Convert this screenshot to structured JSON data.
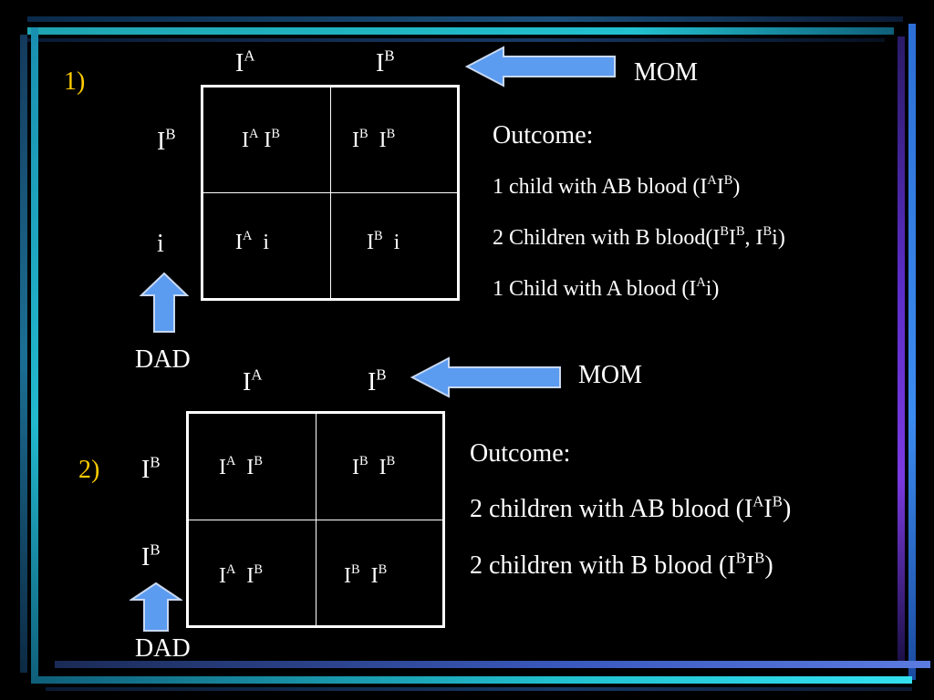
{
  "slide": {
    "colors": {
      "background": "#000000",
      "text": "#ffffff",
      "number": "#ffcc00",
      "arrow": "#5b9bf0"
    },
    "cross1": {
      "number": "1)",
      "top_headers": [
        {
          "base": "I",
          "sup": "A"
        },
        {
          "base": "I",
          "sup": "B"
        }
      ],
      "side_headers": [
        {
          "base": "I",
          "sup": "B"
        },
        {
          "base": "i",
          "sup": ""
        }
      ],
      "cells": [
        [
          {
            "a": "I",
            "a_sup": "A",
            "b": "I",
            "b_sup": "B"
          },
          {
            "a": "I",
            "a_sup": "B",
            "b": "I",
            "b_sup": "B"
          }
        ],
        [
          {
            "a": "I",
            "a_sup": "A",
            "b": "i",
            "b_sup": ""
          },
          {
            "a": "I",
            "a_sup": "B",
            "b": "i",
            "b_sup": ""
          }
        ]
      ],
      "mom_label": "MOM",
      "dad_label": "DAD",
      "outcome_title": "Outcome:",
      "outcomes": [
        {
          "pre": "1 child with AB blood (I",
          "s1": "A",
          "m1": "I",
          "s2": "B",
          "m2": "",
          "s3": "",
          "post": ")"
        },
        {
          "pre": "2 Children with B blood(I",
          "s1": "B",
          "m1": "I",
          "s2": "B",
          "m2": ", I",
          "s3": "B",
          "post": "i)"
        },
        {
          "pre": "1 Child with A blood (I",
          "s1": "A",
          "m1": "i)",
          "s2": "",
          "m2": "",
          "s3": "",
          "post": ""
        }
      ]
    },
    "cross2": {
      "number": "2)",
      "top_headers": [
        {
          "base": "I",
          "sup": "A"
        },
        {
          "base": "I",
          "sup": "B"
        }
      ],
      "side_headers": [
        {
          "base": "I",
          "sup": "B"
        },
        {
          "base": "I",
          "sup": "B"
        }
      ],
      "cells": [
        [
          {
            "a": "I",
            "a_sup": "A",
            "b": "I",
            "b_sup": "B"
          },
          {
            "a": "I",
            "a_sup": "B",
            "b": "I",
            "b_sup": "B"
          }
        ],
        [
          {
            "a": "I",
            "a_sup": "A",
            "b": "I",
            "b_sup": "B"
          },
          {
            "a": "I",
            "a_sup": "B",
            "b": "I",
            "b_sup": "B"
          }
        ]
      ],
      "mom_label": "MOM",
      "dad_label": "DAD",
      "outcome_title": "Outcome:",
      "outcomes": [
        {
          "pre": "2 children with AB blood (I",
          "s1": "A",
          "m1": "I",
          "s2": "B",
          "m2": "",
          "s3": "",
          "post": ")"
        },
        {
          "pre": "2 children with B blood (I",
          "s1": "B",
          "m1": "I",
          "s2": "B",
          "m2": "",
          "s3": "",
          "post": ")"
        }
      ]
    }
  }
}
